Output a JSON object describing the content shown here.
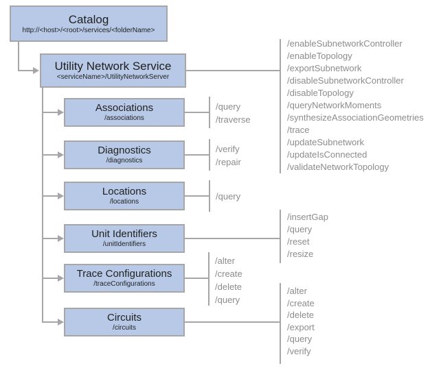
{
  "catalog": {
    "title": "Catalog",
    "subtitle": "http://<host>/<root>/services/<folderName>"
  },
  "service": {
    "title": "Utility Network Service",
    "subtitle": "<serviceName>/UtilityNetworkServer",
    "operations": [
      "/enableSubnetworkController",
      "/enableTopology",
      "/exportSubnetwork",
      "/disableSubnetworkController",
      "/disableTopology",
      "/queryNetworkMoments",
      "/synthesizeAssociationGeometries",
      "/trace",
      "/updateSubnetwork",
      "/updateIsConnected",
      "/validateNetworkTopology"
    ]
  },
  "resources": [
    {
      "title": "Associations",
      "subtitle": "/associations",
      "operations": [
        "/query",
        "/traverse"
      ]
    },
    {
      "title": "Diagnostics",
      "subtitle": "/diagnostics",
      "operations": [
        "/verify",
        "/repair"
      ]
    },
    {
      "title": "Locations",
      "subtitle": "/locations",
      "operations": [
        "/query"
      ]
    },
    {
      "title": "Unit Identifiers",
      "subtitle": "/unitIdentifiers",
      "operations": [
        "/insertGap",
        "/query",
        "/reset",
        "/resize"
      ]
    },
    {
      "title": "Trace Configurations",
      "subtitle": "/traceConfigurations",
      "operations": [
        "/alter",
        "/create",
        "/delete",
        "/query"
      ]
    },
    {
      "title": "Circuits",
      "subtitle": "/circuits",
      "operations": [
        "/alter",
        "/create",
        "/delete",
        "/export",
        "/query",
        "/verify"
      ]
    }
  ],
  "colors": {
    "box_fill": "#b7c9e6",
    "box_border": "#a6a6a6",
    "connector": "#a6a6a6",
    "operation_text": "#8c8c8c",
    "title_text": "#1f1f1f"
  }
}
